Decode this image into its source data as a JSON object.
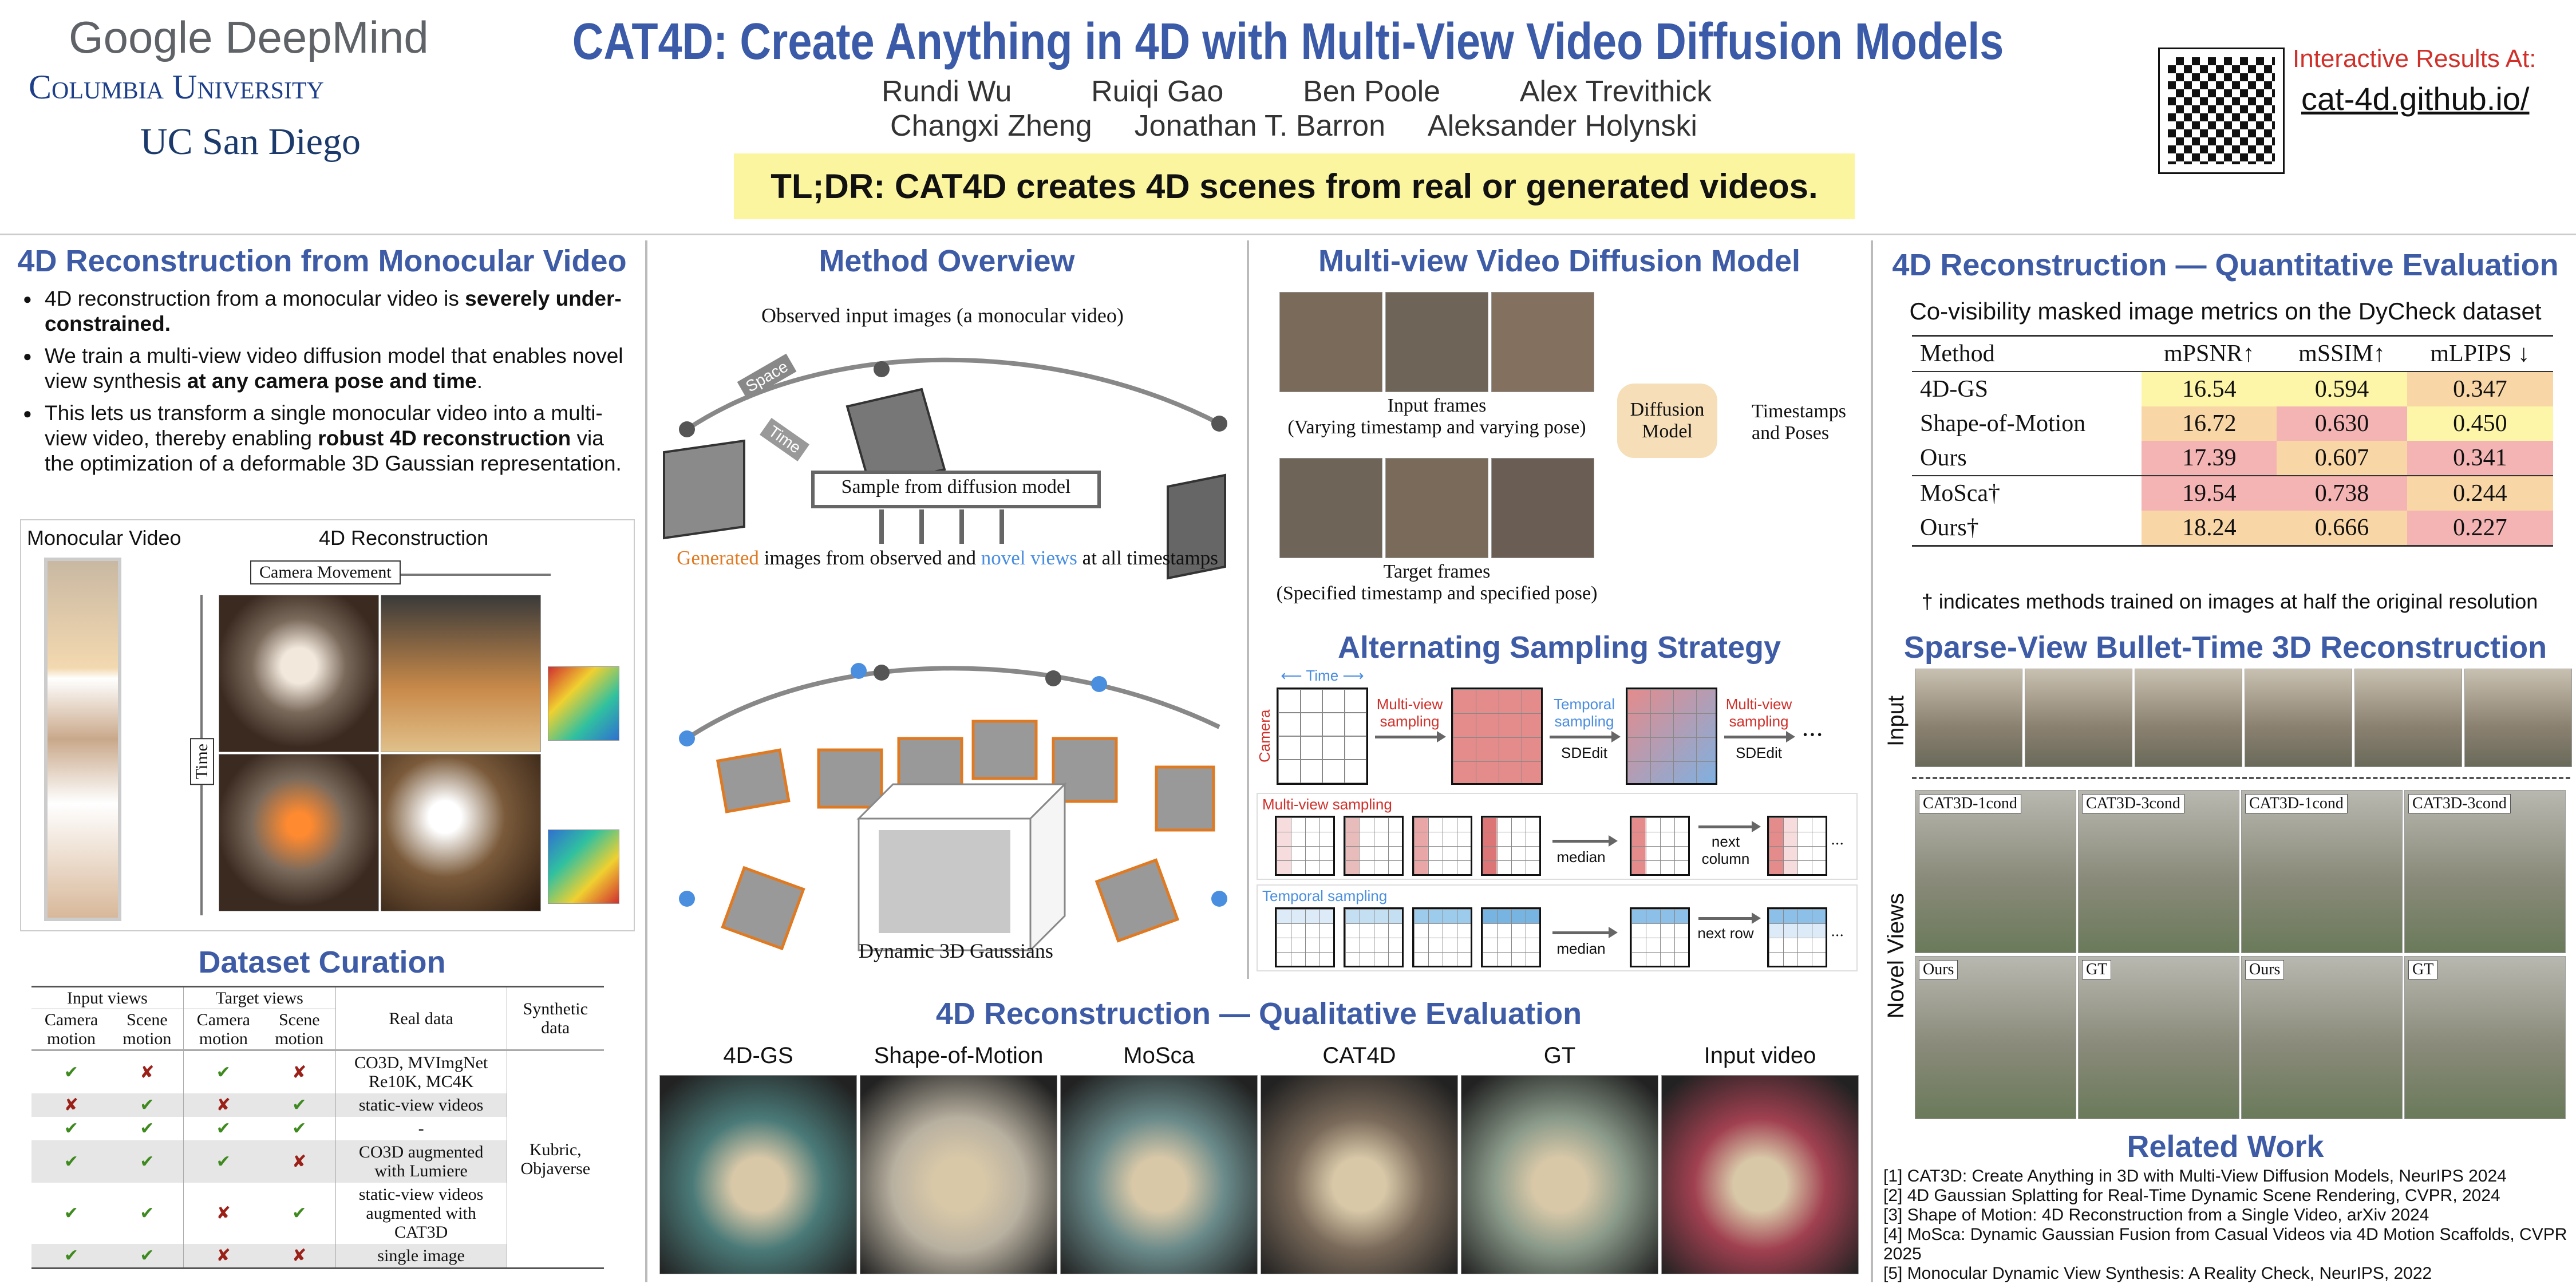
{
  "header": {
    "logos": [
      "Google DeepMind",
      "Columbia University",
      "UC San Diego"
    ],
    "title": "CAT4D: Create Anything in 4D with Multi-View Video Diffusion Models",
    "authors_row1": [
      "Rundi Wu",
      "Ruiqi Gao",
      "Ben Poole",
      "Alex Trevithick"
    ],
    "authors_row2": [
      "Changxi Zheng",
      "Jonathan T. Barron",
      "Aleksander Holynski"
    ],
    "tldr": "TL;DR: CAT4D creates 4D scenes from real or generated videos.",
    "interactive_label": "Interactive Results At:",
    "link": "cat-4d.github.io/"
  },
  "recon": {
    "title": "4D Reconstruction from Monocular Video",
    "bullets": [
      {
        "pre": "4D reconstruction from a monocular video is ",
        "bold": "severely under-constrained.",
        "post": ""
      },
      {
        "pre": "We train a multi-view video diffusion model that enables novel view synthesis ",
        "bold": "at any camera pose and time",
        "post": "."
      },
      {
        "pre": "This lets us transform a single monocular video into a multi-view video, thereby enabling ",
        "bold": "robust 4D reconstruction",
        "post": " via the optimization of a deformable 3D Gaussian representation."
      }
    ],
    "fig": {
      "left": "Monocular Video",
      "right": "4D Reconstruction",
      "camera": "Camera Movement",
      "time": "Time"
    }
  },
  "dataset": {
    "title": "Dataset Curation",
    "group_headers": [
      "Input views",
      "Target views"
    ],
    "sub_headers": [
      "Camera motion",
      "Scene motion",
      "Camera motion",
      "Scene motion"
    ],
    "real_header": "Real data",
    "synthetic_header": "Synthetic data",
    "synthetic": "Kubric, Objaverse",
    "rows": [
      {
        "marks": [
          true,
          false,
          true,
          false
        ],
        "real": "CO3D, MVImgNet Re10K, MC4K"
      },
      {
        "marks": [
          false,
          true,
          false,
          true
        ],
        "real": "static-view videos"
      },
      {
        "marks": [
          true,
          true,
          true,
          true
        ],
        "real": "-"
      },
      {
        "marks": [
          true,
          true,
          true,
          false
        ],
        "real": "CO3D augmented with Lumiere"
      },
      {
        "marks": [
          true,
          true,
          false,
          true
        ],
        "real": "static-view videos augmented with CAT3D"
      },
      {
        "marks": [
          true,
          true,
          false,
          false
        ],
        "real": "single image"
      }
    ]
  },
  "method": {
    "title": "Method Overview",
    "observed": "Observed input images (a monocular video)",
    "space": "Space",
    "time": "Time",
    "sample": "Sample from diffusion model",
    "gen_word": "Generated",
    "gen_mid": " images from observed and ",
    "gen_novel": "novel views",
    "gen_end": " at all timestamps",
    "gaussians": "Dynamic 3D Gaussians"
  },
  "mvvd": {
    "title": "Multi-view Video Diffusion Model",
    "input": "Input frames",
    "input_sub": "(Varying timestamp and varying pose)",
    "model": "Diffusion Model",
    "cond": "Timestamps and Poses",
    "target": "Target frames",
    "target_sub": "(Specified timestamp and specified pose)"
  },
  "alt": {
    "title": "Alternating Sampling Strategy",
    "time": "Time",
    "camera": "Camera",
    "mv": "Multi-view sampling",
    "tp": "Temporal sampling",
    "sdedit": "SDEdit",
    "median": "median",
    "next_col": "next column",
    "next_row": "next row",
    "dots": "• • •"
  },
  "qual": {
    "title": "4D Reconstruction — Qualitative Evaluation",
    "labels": [
      "4D-GS",
      "Shape-of-Motion",
      "MoSca",
      "CAT4D",
      "GT",
      "Input video"
    ]
  },
  "quant": {
    "title": "4D Reconstruction — Quantitative Evaluation",
    "subtitle": "Co-visibility masked image metrics on the DyCheck dataset",
    "headers": [
      "Method",
      "mPSNR↑",
      "mSSIM↑",
      "mLPIPS ↓"
    ],
    "rows": [
      {
        "m": "4D-GS",
        "v": [
          "16.54",
          "0.594",
          "0.347"
        ],
        "c": [
          "y",
          "y",
          "o"
        ]
      },
      {
        "m": "Shape-of-Motion",
        "v": [
          "16.72",
          "0.630",
          "0.450"
        ],
        "c": [
          "o",
          "p",
          "y"
        ]
      },
      {
        "m": "Ours",
        "v": [
          "17.39",
          "0.607",
          "0.341"
        ],
        "c": [
          "p",
          "o",
          "p"
        ]
      },
      {
        "m": "MoSca†",
        "v": [
          "19.54",
          "0.738",
          "0.244"
        ],
        "c": [
          "p",
          "p",
          "o"
        ]
      },
      {
        "m": "Ours†",
        "v": [
          "18.24",
          "0.666",
          "0.227"
        ],
        "c": [
          "o",
          "o",
          "p"
        ]
      }
    ],
    "footnote": "† indicates methods trained on images at half the original resolution"
  },
  "sparse": {
    "title": "Sparse-View Bullet-Time 3D Reconstruction",
    "input": "Input",
    "novel": "Novel Views",
    "tags": [
      "CAT3D-1cond",
      "CAT3D-3cond",
      "CAT3D-1cond",
      "CAT3D-3cond",
      "Ours",
      "GT",
      "Ours",
      "GT"
    ]
  },
  "related": {
    "title": "Related Work",
    "refs": [
      "[1] CAT3D: Create Anything in 3D with Multi-View Diffusion Models, NeurIPS 2024",
      "[2] 4D Gaussian Splatting for Real-Time Dynamic Scene Rendering, CVPR, 2024",
      "[3] Shape of Motion: 4D Reconstruction from a Single Video, arXiv 2024",
      "[4] MoSca: Dynamic Gaussian Fusion from Casual Videos via 4D Motion Scaffolds, CVPR 2025",
      "[5] Monocular Dynamic View Synthesis: A Reality Check, NeurIPS, 2022"
    ]
  },
  "colors": {
    "heading": "#3e5ba6",
    "tldr_bg": "#fbf5a0",
    "red": "#d0302a",
    "blue": "#4a8ee0",
    "orange": "#e07a22"
  }
}
